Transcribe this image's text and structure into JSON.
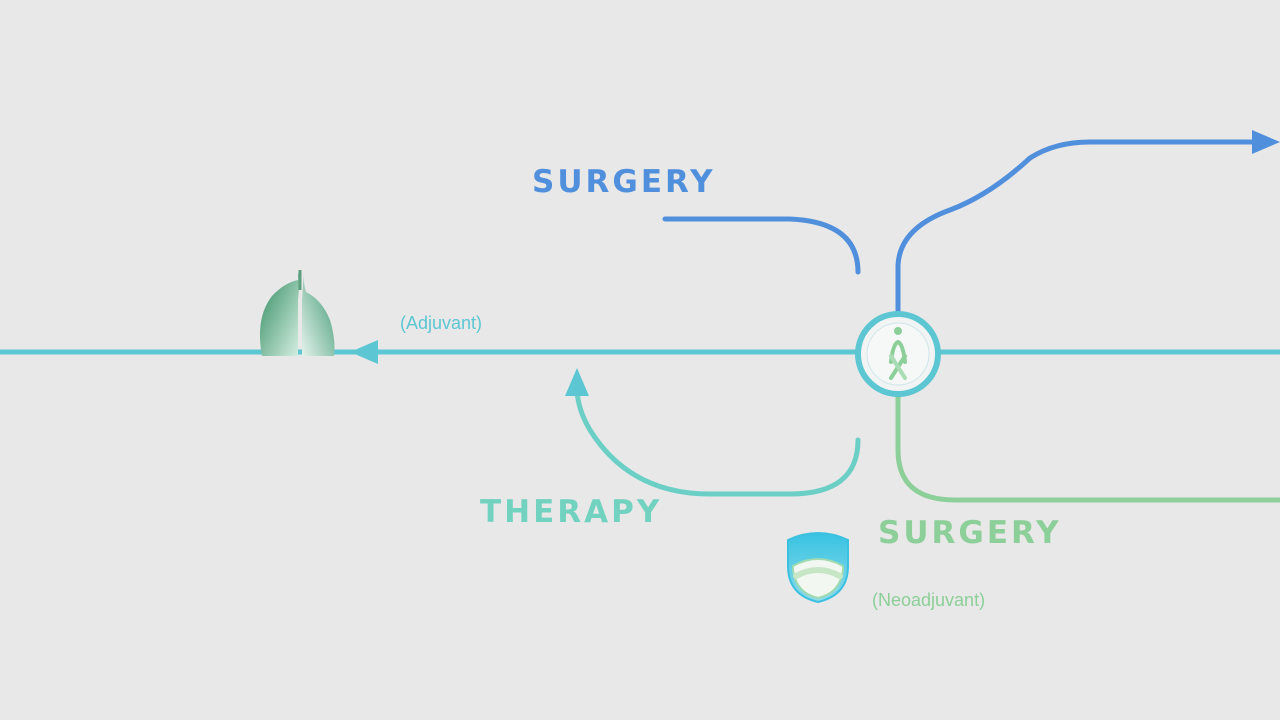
{
  "labels": {
    "surgery_top": "SURGERY",
    "therapy": "THERAPY",
    "surgery_bottom": "SURGERY",
    "adjuvant": "(Adjuvant)",
    "neoadjuvant": "(Neoadjuvant)"
  },
  "icons": {
    "lungs": "lungs-icon",
    "ribbon": "awareness-ribbon-icon",
    "shield": "shield-icon"
  },
  "colors": {
    "background": "#e8e8e9",
    "blue": "#4f8fdc",
    "cyan": "#5cc6d2",
    "teal": "#72d2c0",
    "green": "#8ccf98"
  }
}
